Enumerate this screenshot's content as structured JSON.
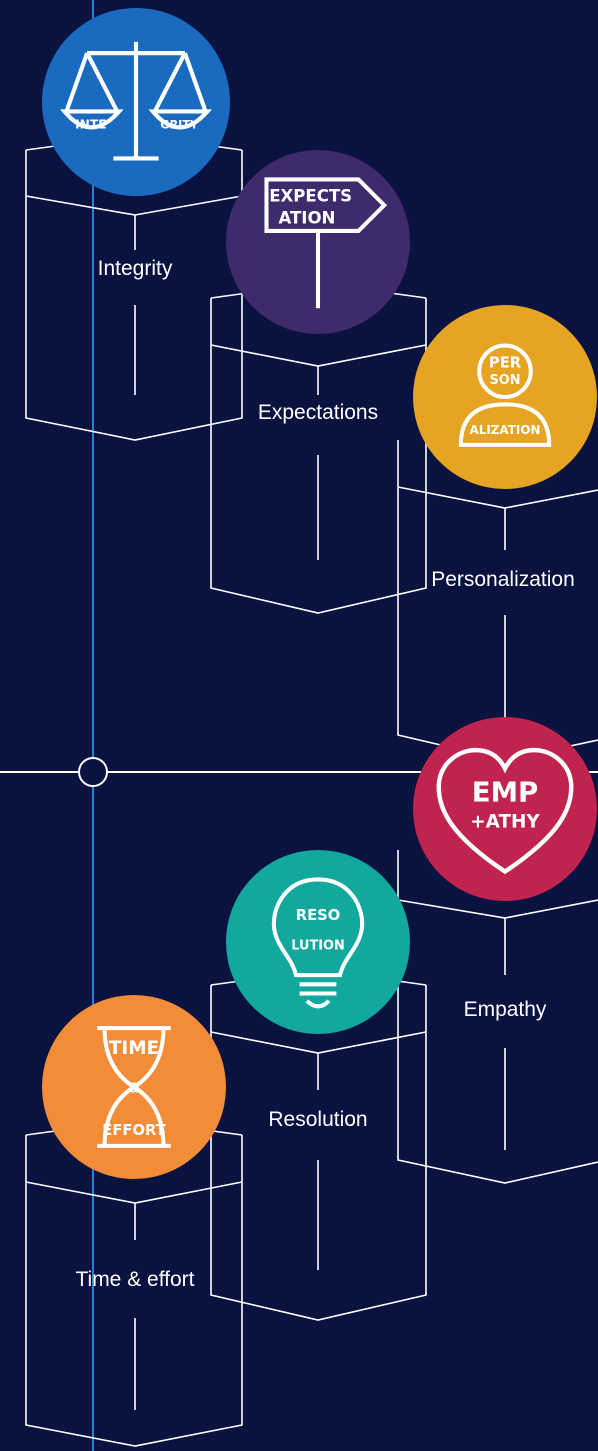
{
  "pillars": [
    {
      "label": "Integrity",
      "color": "#1a6bbf",
      "icon": "scales-icon",
      "logo_text": [
        "INTE",
        "GRITY"
      ]
    },
    {
      "label": "Expectations",
      "color": "#3f2a6b",
      "icon": "signpost-icon",
      "logo_text": [
        "EXPECTS",
        "ATION"
      ]
    },
    {
      "label": "Personalization",
      "color": "#e5a422",
      "icon": "person-icon",
      "logo_text": [
        "PER",
        "SON",
        "ALIZATION"
      ]
    },
    {
      "label": "Empathy",
      "color": "#c0234e",
      "icon": "heart-icon",
      "logo_text": [
        "EMP",
        "+ATHY"
      ]
    },
    {
      "label": "Resolution",
      "color": "#12a89d",
      "icon": "lightbulb-icon",
      "logo_text": [
        "RESO",
        "LUTION"
      ]
    },
    {
      "label": "Time & effort",
      "color": "#f28c38",
      "icon": "hourglass-icon",
      "logo_text": [
        "TIME",
        "&",
        "EFFORT"
      ]
    }
  ],
  "colors": {
    "background": "#0a1240",
    "line": "#ffffff",
    "axis": "#2a7fd0"
  }
}
